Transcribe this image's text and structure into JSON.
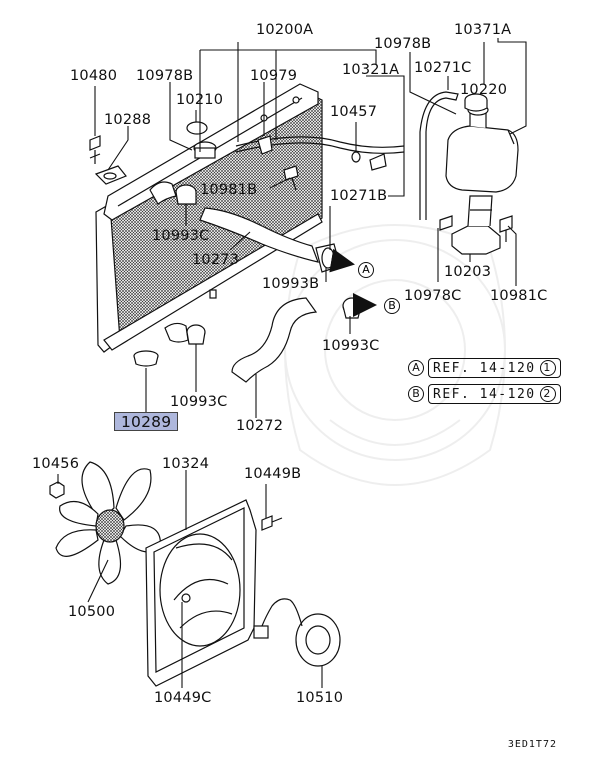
{
  "labels": {
    "p10200A": "10200A",
    "p10978B_top": "10978B",
    "p10371A": "10371A",
    "p10480": "10480",
    "p10978B_left": "10978B",
    "p10979": "10979",
    "p10321A": "10321A",
    "p10271C": "10271C",
    "p10210": "10210",
    "p10220": "10220",
    "p10288": "10288",
    "p10457": "10457",
    "p10981B": "10981B",
    "p10271B": "10271B",
    "p10993C_1": "10993C",
    "p10273": "10273",
    "p10993B": "10993B",
    "p10203": "10203",
    "p10978C": "10978C",
    "p10981C": "10981C",
    "p10993C_2": "10993C",
    "p10289": "10289",
    "p10993C_3": "10993C",
    "p10272": "10272",
    "p10456": "10456",
    "p10324": "10324",
    "p10449B": "10449B",
    "p10500": "10500",
    "p10449C": "10449C",
    "p10510": "10510"
  },
  "markers": {
    "a": "A",
    "b": "B"
  },
  "references": [
    {
      "marker": "A",
      "text": "REF. 14-120",
      "num": "1"
    },
    {
      "marker": "B",
      "text": "REF. 14-120",
      "num": "2"
    }
  ],
  "highlight_color": "#aeb7dc",
  "figure_code": "3ED1T72"
}
